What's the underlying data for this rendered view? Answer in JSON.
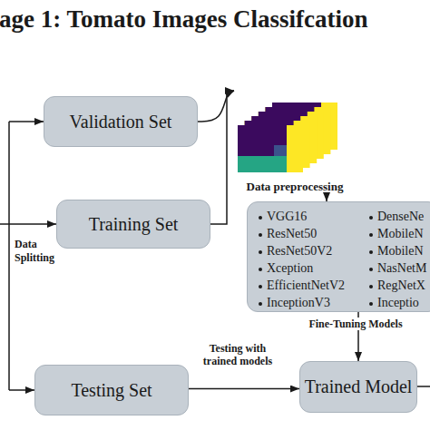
{
  "diagram": {
    "title": "age 1: Tomato Images Classifcation",
    "nodes": [
      {
        "text": [
          "Validation Set"
        ]
      },
      {
        "text": [
          "Training Set"
        ]
      },
      {
        "text": [
          "Data preprocessing"
        ]
      },
      {
        "text": [
          "VGG16",
          "ResNet50",
          "ResNet50V2",
          "Xception",
          "EfficientNetV2",
          "InceptionV3",
          "DenseNe",
          "MobileN",
          "MobileN",
          "NasNetM",
          "RegNetX",
          "Inceptio"
        ]
      },
      {
        "text": [
          "Testing Set"
        ]
      },
      {
        "text": [
          "Trained Model"
        ]
      }
    ],
    "edges": [
      {
        "from": 0,
        "to": 2,
        "arrow": "to"
      },
      {
        "from": 1,
        "to": 2,
        "arrow": "to"
      },
      {
        "from": 2,
        "to": 3,
        "arrow": "to"
      },
      {
        "from": 3,
        "to": 5,
        "label": "Fine-Tuning Models",
        "arrow": "to"
      },
      {
        "from": 4,
        "to": 5,
        "label": "Testing with trained models",
        "arrow": "to"
      }
    ],
    "labels": [
      "Data Splitting"
    ]
  }
}
